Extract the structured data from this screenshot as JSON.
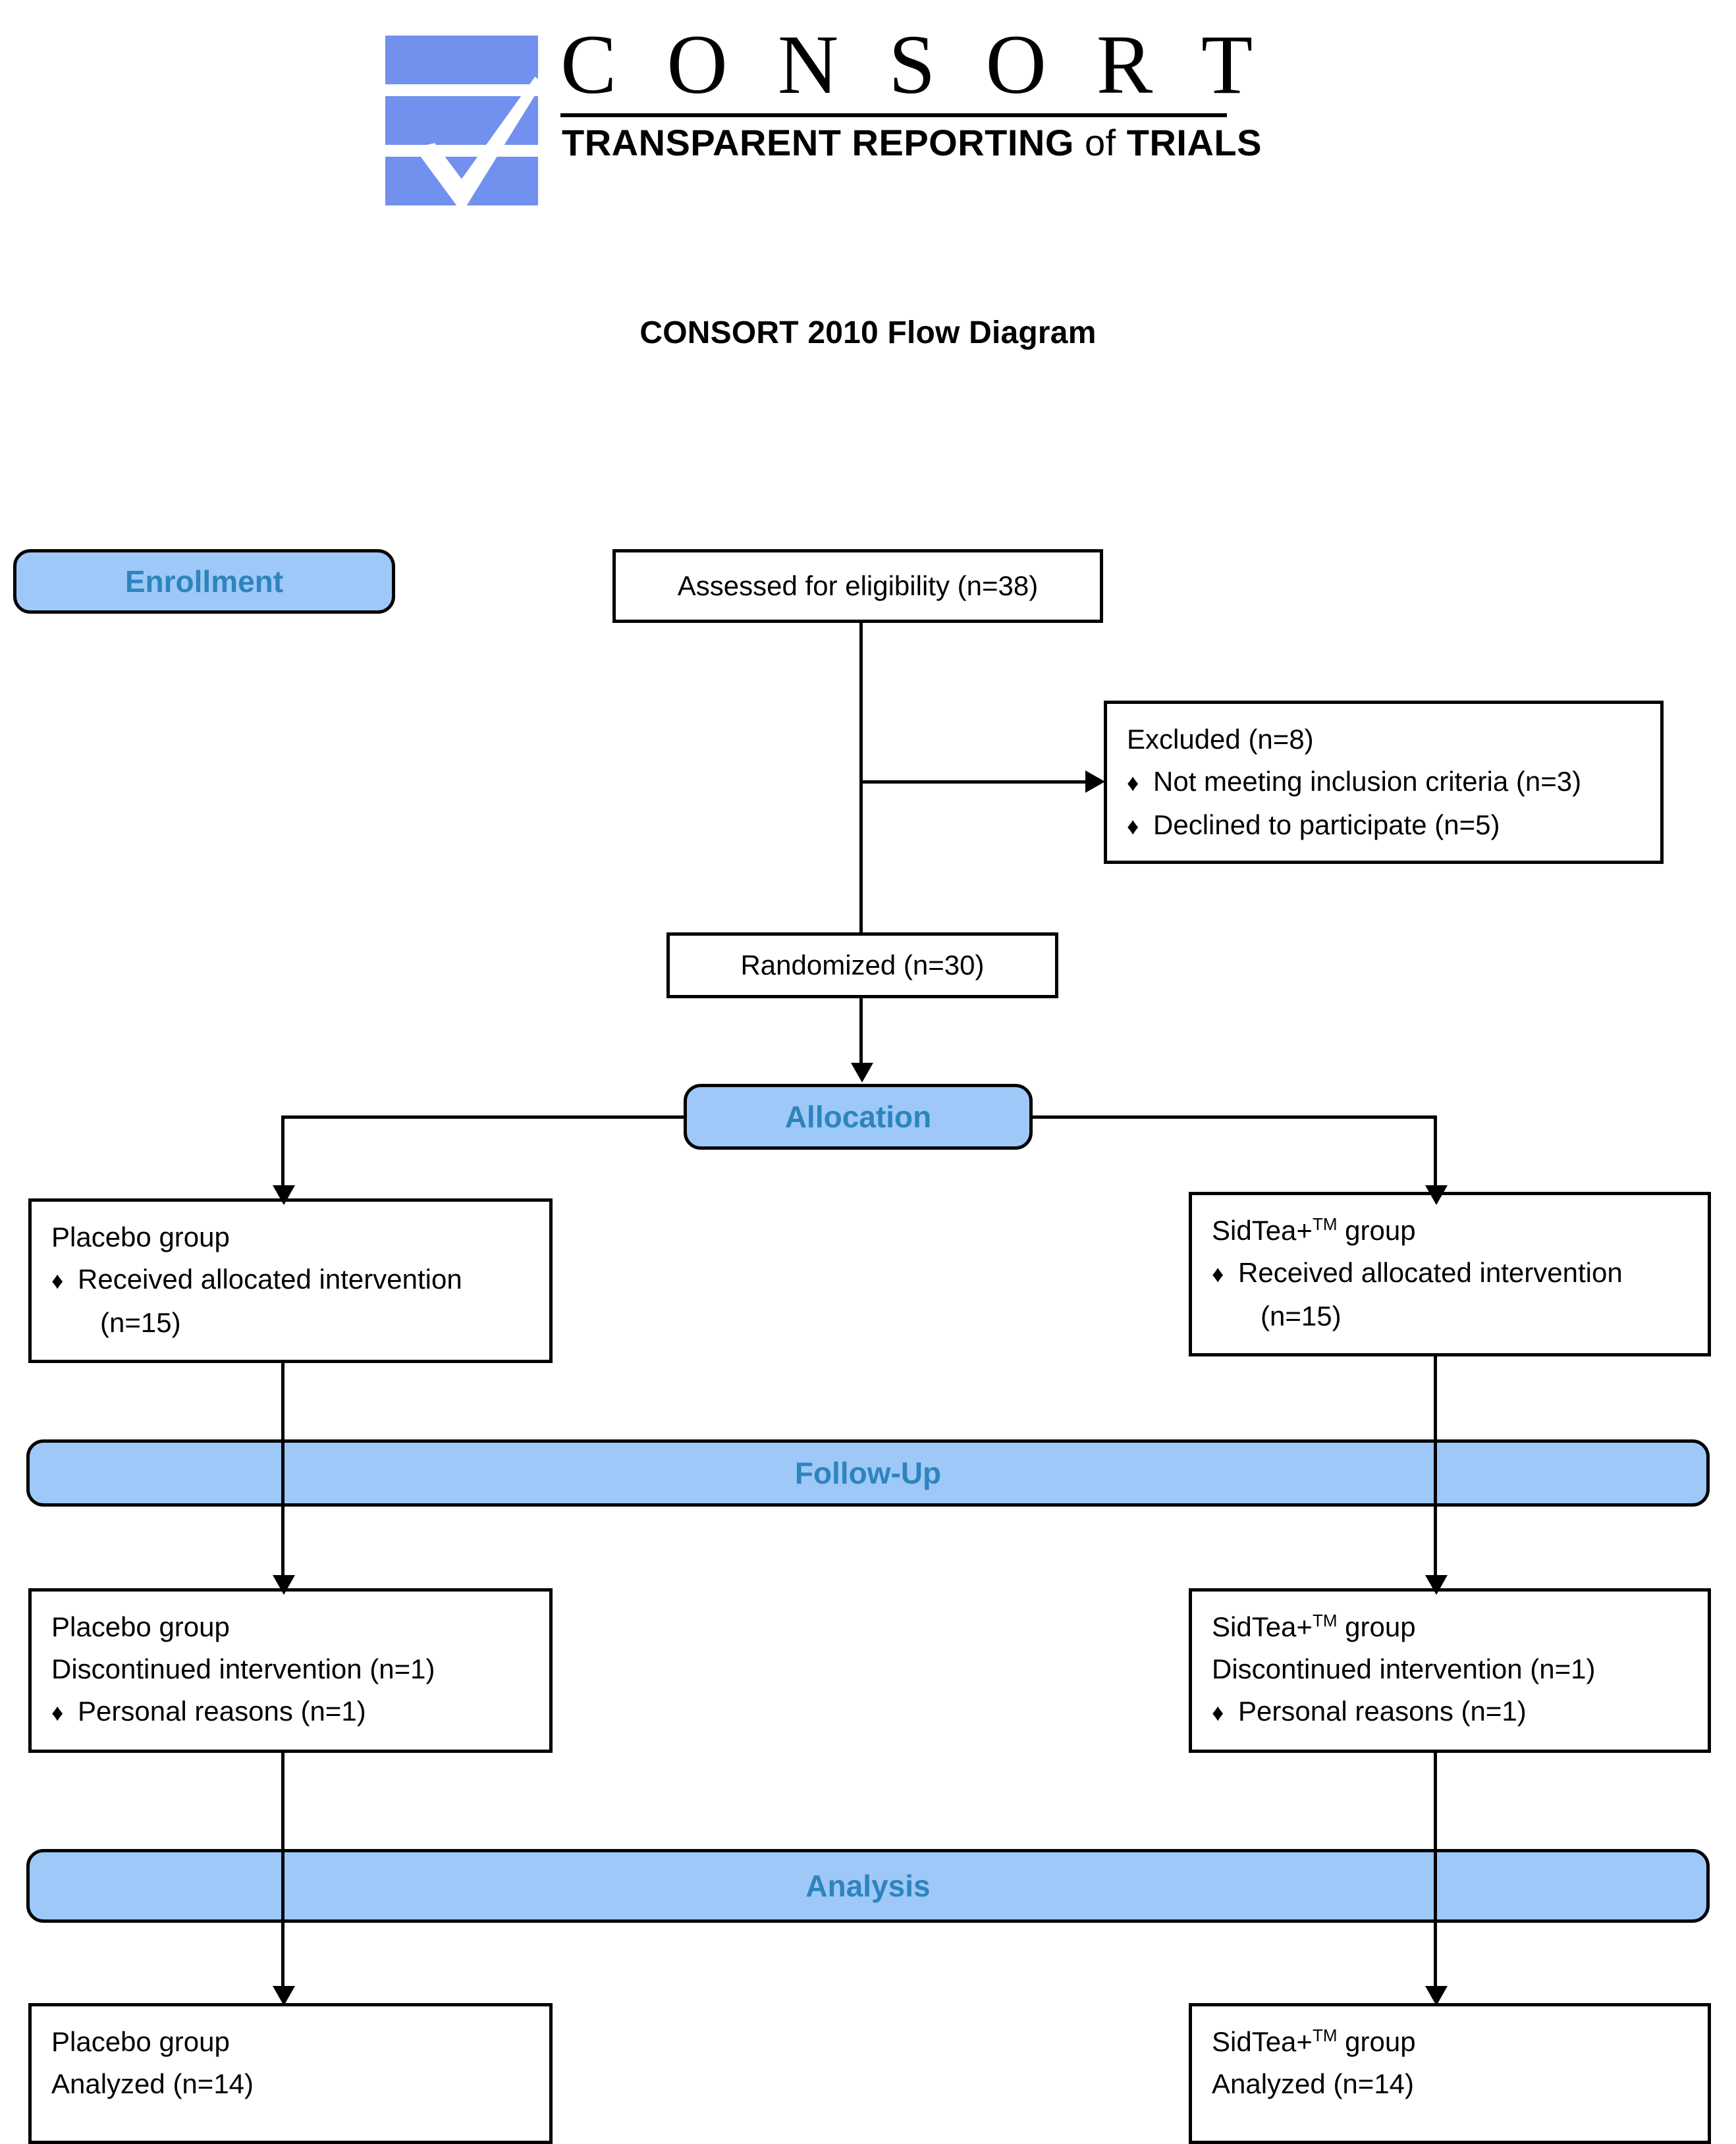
{
  "logo": {
    "wordmark": "C O N S O R T",
    "tagline_pre": "TRANSPARENT REPORTING",
    "tagline_of": " of ",
    "tagline_post": "TRIALS",
    "mark_color": "#7290ed"
  },
  "title": "CONSORT 2010 Flow Diagram",
  "phases": {
    "enrollment": "Enrollment",
    "allocation": "Allocation",
    "followup": "Follow-Up",
    "analysis": "Analysis"
  },
  "nodes": {
    "assessed": {
      "text": "Assessed for eligibility (n=38)"
    },
    "excluded": {
      "heading": "Excluded (n=8)",
      "items": [
        "Not meeting inclusion criteria (n=3)",
        "Declined to participate (n=5)"
      ],
      "bullet": "♦"
    },
    "randomized": {
      "text": "Randomized (n=30)"
    },
    "alloc_left": {
      "heading": "Placebo group",
      "bullet": "♦",
      "item": "Received allocated intervention",
      "count": "(n=15)"
    },
    "alloc_right": {
      "heading_name": "SidTea+",
      "heading_tm": "TM",
      "heading_suffix": " group",
      "bullet": "♦",
      "item": "Received allocated intervention",
      "count": "(n=15)"
    },
    "followup_left": {
      "heading": "Placebo group",
      "line2": "Discontinued intervention (n=1)",
      "bullet": "♦",
      "item": "Personal reasons (n=1)"
    },
    "followup_right": {
      "heading_name": "SidTea+",
      "heading_tm": "TM",
      "heading_suffix": " group",
      "line2": "Discontinued intervention (n=1)",
      "bullet": "♦",
      "item": "Personal reasons (n=1)"
    },
    "analysis_left": {
      "heading": "Placebo group",
      "line2": "Analyzed (n=14)"
    },
    "analysis_right": {
      "heading_name": "SidTea+",
      "heading_tm": "TM",
      "heading_suffix": " group",
      "line2": "Analyzed (n=14)"
    }
  },
  "colors": {
    "banner_fill": "#9dc8f7",
    "banner_text": "#2e84bd",
    "stroke": "#000000",
    "logo_blue": "#7290ed"
  }
}
